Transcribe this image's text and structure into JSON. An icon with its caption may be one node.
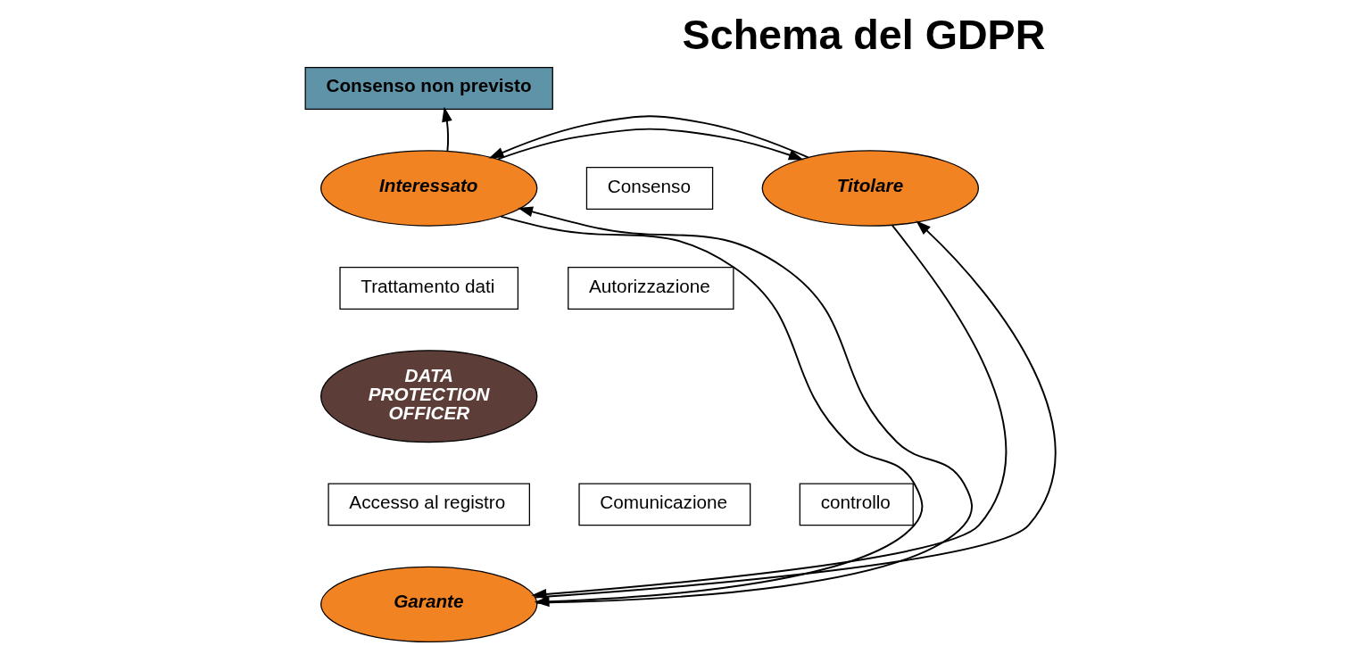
{
  "diagram": {
    "title": "Schema del GDPR",
    "nodes": [
      {
        "text": [
          "Consenso non previsto"
        ]
      },
      {
        "text": [
          "Consenso"
        ]
      },
      {
        "text": [
          "Interessato"
        ]
      },
      {
        "text": [
          "Titolare"
        ]
      },
      {
        "text": [
          "Trattamento dati"
        ]
      },
      {
        "text": [
          "Autorizzazione"
        ]
      },
      {
        "text": [
          "DATA PROTECTION OFFICER"
        ]
      },
      {
        "text": [
          "Comunicazione"
        ]
      },
      {
        "text": [
          "Accesso al registro"
        ]
      },
      {
        "text": [
          "controllo"
        ]
      },
      {
        "text": [
          "Garante"
        ]
      }
    ],
    "edges": [
      {
        "from": 2,
        "to": 0,
        "arrow": "to"
      },
      {
        "from": 2,
        "to": 3,
        "arrow": "to"
      },
      {
        "from": 3,
        "to": 2,
        "arrow": "to"
      },
      {
        "from": 2,
        "to": 10,
        "arrow": "to"
      },
      {
        "from": 10,
        "to": 2,
        "arrow": "to"
      },
      {
        "from": 10,
        "to": 3,
        "arrow": "to"
      },
      {
        "from": 3,
        "to": 10,
        "arrow": "to"
      }
    ]
  }
}
